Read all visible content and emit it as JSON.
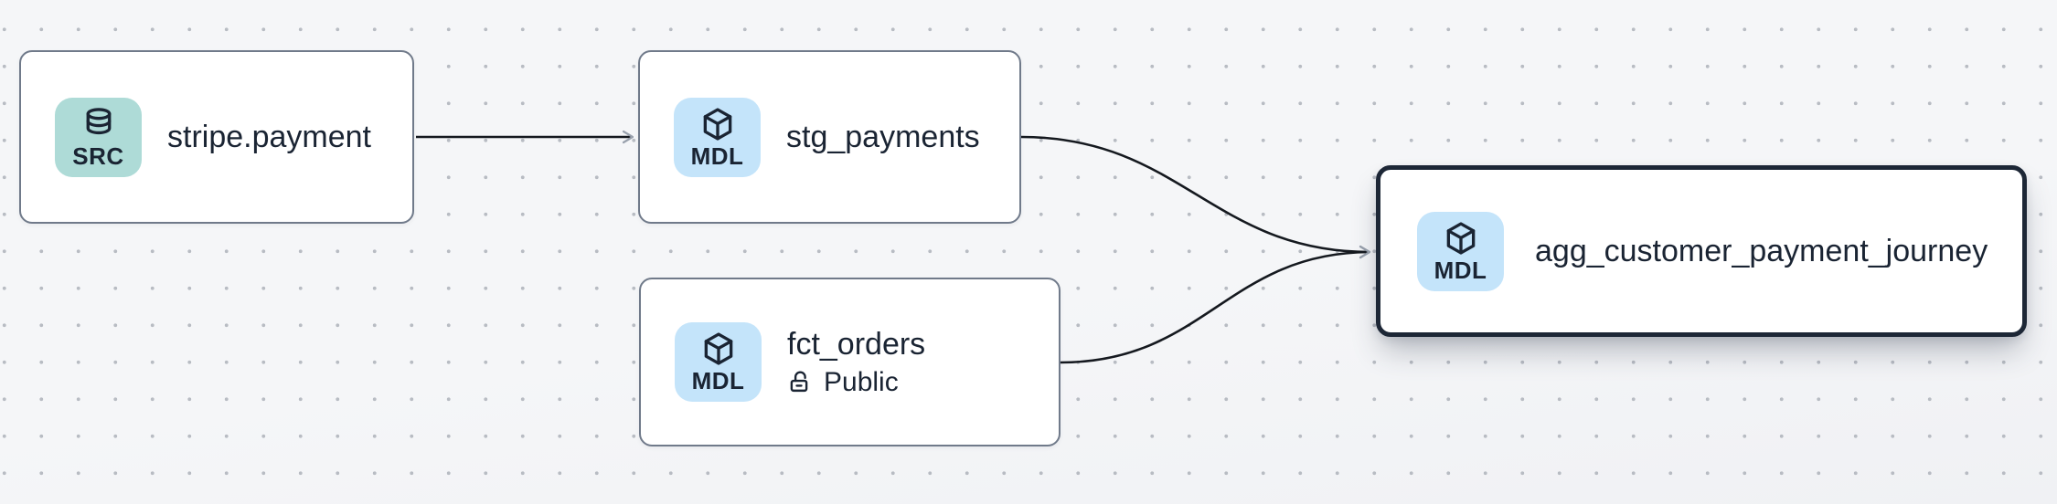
{
  "theme": {
    "canvas_bg": "#f5f6f8",
    "dot_color": "#b8bcc3",
    "node_bg": "#ffffff",
    "node_border": "#707a8a",
    "node_border_selected": "#1d2736",
    "text_color": "#1a2433",
    "edge_color": "#15191f",
    "arrowhead_color": "#99a1ad",
    "src_badge_bg": "#aedbd7",
    "mdl_badge_bg": "#c4e4fa"
  },
  "nodes": [
    {
      "title": "stripe.payment",
      "badge": "SRC",
      "badge_icon": "database-icon",
      "type": "source",
      "selected": false
    },
    {
      "title": "stg_payments",
      "badge": "MDL",
      "badge_icon": "cube-icon",
      "type": "model",
      "selected": false
    },
    {
      "title": "fct_orders",
      "badge": "MDL",
      "badge_icon": "cube-icon",
      "type": "model",
      "visibility": "Public",
      "visibility_icon": "lock-open-icon",
      "selected": false
    },
    {
      "title": "agg_customer_payment_journey",
      "badge": "MDL",
      "badge_icon": "cube-icon",
      "type": "model",
      "selected": true
    }
  ],
  "edges": [
    {
      "from": "stripe.payment",
      "to": "stg_payments"
    },
    {
      "from": "stg_payments",
      "to": "agg_customer_payment_journey"
    },
    {
      "from": "fct_orders",
      "to": "agg_customer_payment_journey"
    }
  ]
}
